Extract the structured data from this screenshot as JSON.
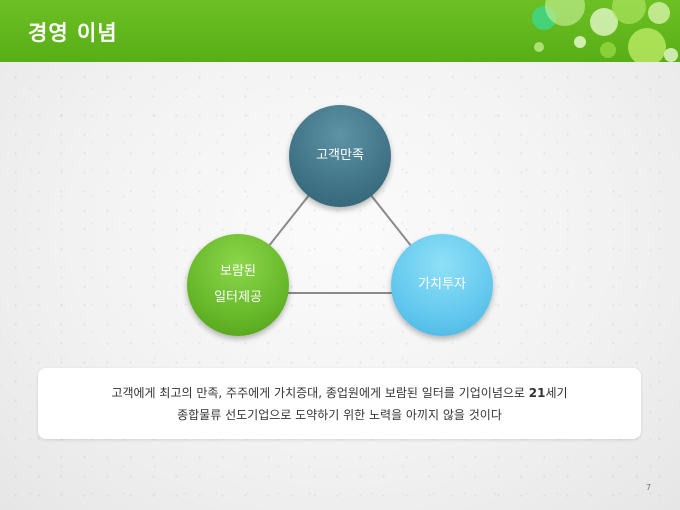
{
  "slide": {
    "title": "경영 이념",
    "page_number": "7"
  },
  "diagram": {
    "nodes": {
      "top": {
        "label": "고객만족",
        "color": "#3f7385"
      },
      "left": {
        "label": "보람된\n일터제공",
        "color": "#67b82a"
      },
      "right": {
        "label": "가치투자",
        "color": "#63c8ee"
      }
    },
    "connector_color": "#8a8a8a"
  },
  "mission_text": {
    "line1_before": "고객에게 최고의 만족, 주주에게 가치증대, 종업원에게 보람된 일터를 기업이념으로 ",
    "line1_emphasis": "21",
    "line1_after": "세기",
    "line2": "종합물류 선도기업으로 도약하기 위한 노력을 아끼지 않을 것이다"
  },
  "colors": {
    "header_green": "#5cb31a",
    "title_text": "#ffffff",
    "body_text": "#333333"
  }
}
